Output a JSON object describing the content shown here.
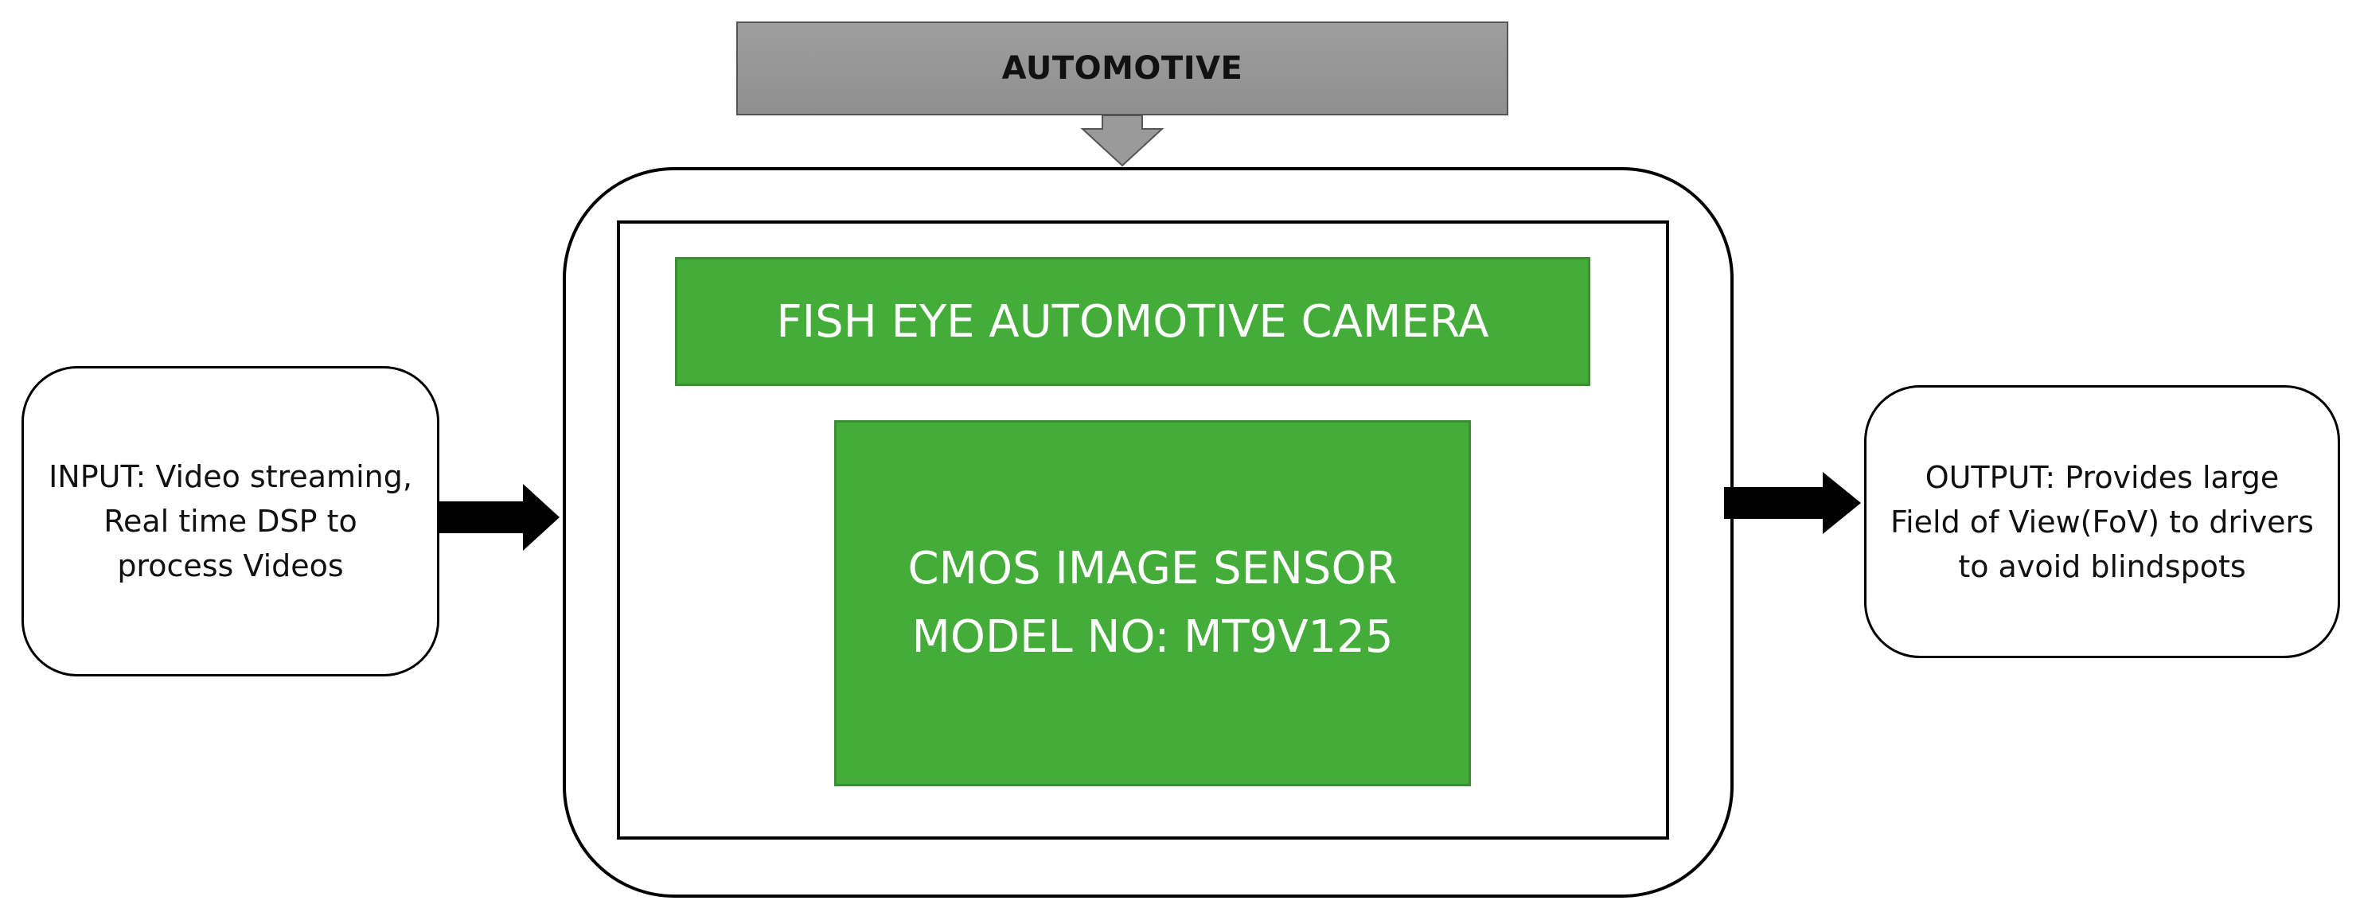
{
  "diagram": {
    "top_label": "AUTOMOTIVE",
    "camera_label": "FISH EYE AUTOMOTIVE CAMERA",
    "sensor_line1": "CMOS IMAGE SENSOR",
    "sensor_line2": "MODEL NO: MT9V125",
    "input_text": "INPUT: Video streaming, Real time DSP to process Videos",
    "output_text": "OUTPUT: Provides large Field of View(FoV) to drivers to avoid blindspots"
  },
  "colors": {
    "green": "#44ad3a",
    "banner_grey": "#9e9e9e",
    "arrow": "#000000"
  }
}
